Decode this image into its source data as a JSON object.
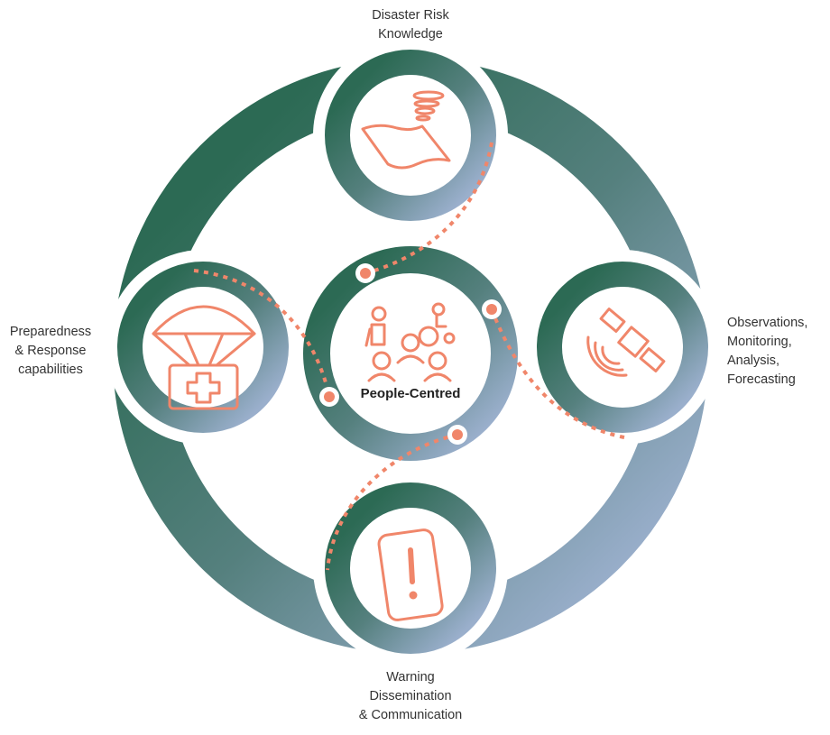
{
  "nodes": {
    "top": {
      "label_line1": "Disaster Risk",
      "label_line2": "Knowledge",
      "icon": "tornado-map-icon"
    },
    "right": {
      "label_line1": "Observations,",
      "label_line2": "Monitoring,",
      "label_line3": "Analysis,",
      "label_line4": "Forecasting",
      "icon": "satellite-icon"
    },
    "bottom": {
      "label_line1": "Warning",
      "label_line2": "Dissemination",
      "label_line3": "& Communication",
      "icon": "phone-alert-icon"
    },
    "left": {
      "label_line1": "Preparedness",
      "label_line2": "& Response",
      "label_line3": "capabilities",
      "icon": "parachute-aid-icon"
    }
  },
  "center": {
    "title": "People-Centred",
    "icon": "people-icon"
  },
  "colors": {
    "green": "#2f6b57",
    "blue": "#95a9c6",
    "accent": "#f0866a"
  }
}
